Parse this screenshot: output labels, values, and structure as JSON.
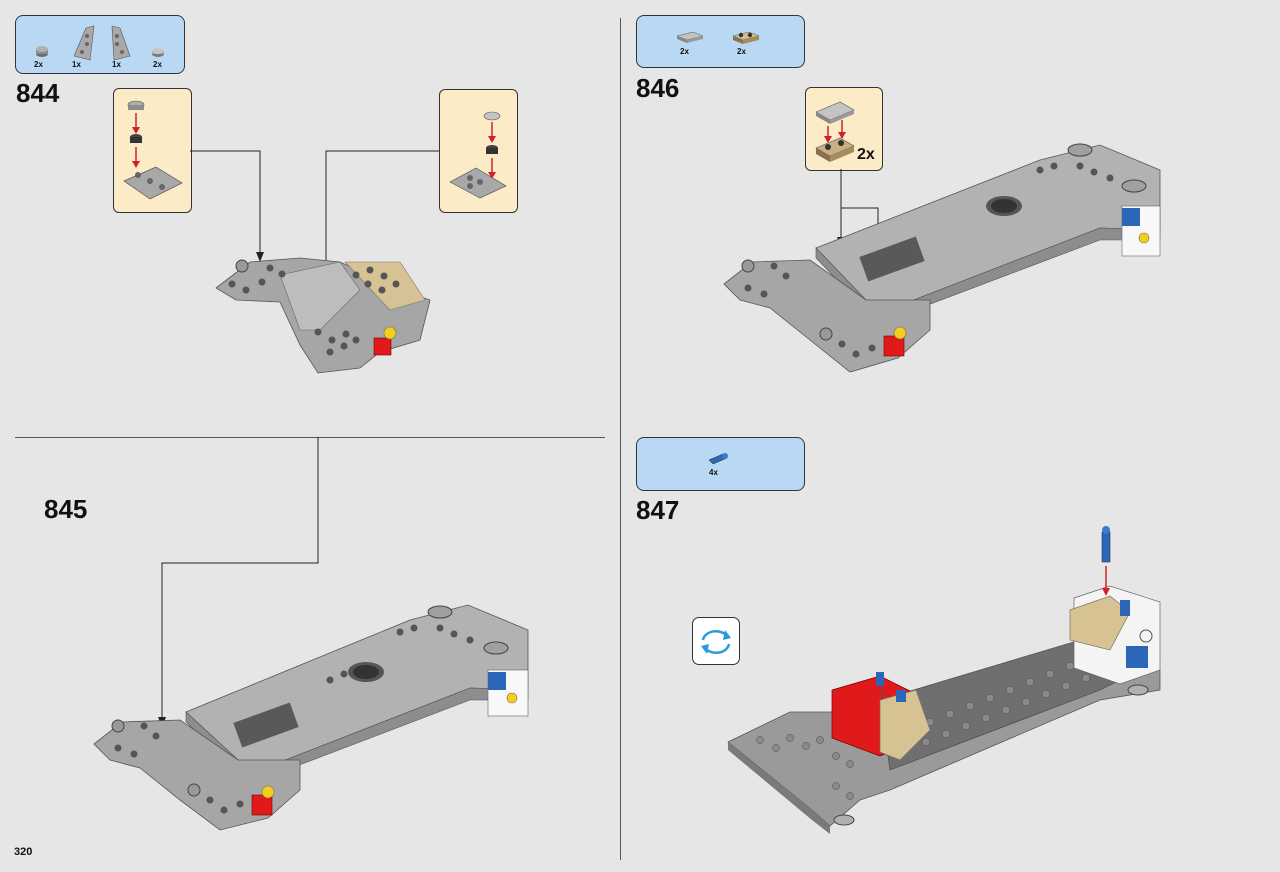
{
  "page_number": "320",
  "steps": [
    {
      "id": "844",
      "number": "844",
      "parts": [
        {
          "qty": "2x",
          "icon": "round-plate-1x1"
        },
        {
          "qty": "1x",
          "icon": "wedge-plate-left"
        },
        {
          "qty": "1x",
          "icon": "wedge-plate-right"
        },
        {
          "qty": "2x",
          "icon": "round-tile-1x1"
        }
      ]
    },
    {
      "id": "845",
      "number": "845",
      "parts": []
    },
    {
      "id": "846",
      "number": "846",
      "parts": [
        {
          "qty": "2x",
          "icon": "tile-1x2-grey"
        },
        {
          "qty": "2x",
          "icon": "plate-1x2-tan"
        }
      ],
      "subassembly_multiplier": "2x"
    },
    {
      "id": "847",
      "number": "847",
      "parts": [
        {
          "qty": "4x",
          "icon": "blue-pin"
        }
      ]
    }
  ],
  "colors": {
    "parts_box": "#b9d8f3",
    "subassembly_box": "#fcebc7",
    "background": "#e6e6e6",
    "arrow_red": "#d0202a"
  }
}
